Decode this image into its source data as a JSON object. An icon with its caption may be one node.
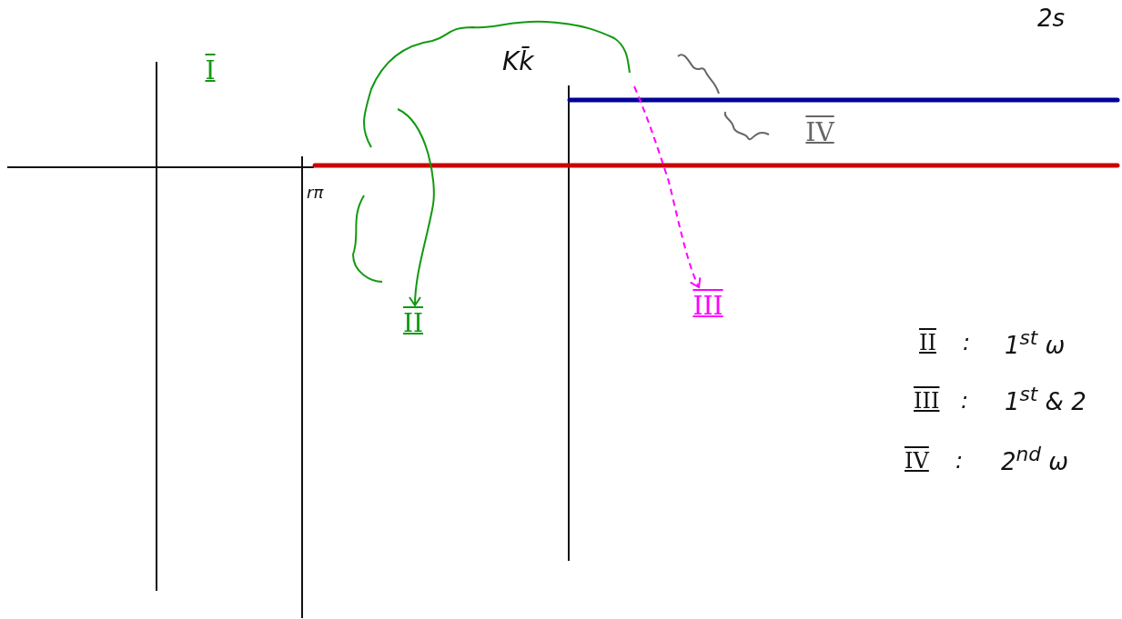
{
  "diagram": {
    "nodes": [
      {
        "text": [
          "I"
        ]
      },
      {
        "text": [
          "II"
        ]
      },
      {
        "text": [
          "III"
        ]
      },
      {
        "text": [
          "IV"
        ]
      }
    ],
    "edges": [
      {
        "from": null,
        "to": 1,
        "arrow": "to",
        "color": "#119911"
      },
      {
        "from": null,
        "to": 2,
        "arrow": "to",
        "style": "dashed",
        "color": "#ff00ff"
      }
    ],
    "labels": [
      "Kk̄",
      "2s",
      "rπ",
      "II",
      ":",
      "1$^{st}$ ω",
      "III",
      ":",
      "1$^{st}$ & 2",
      "IV",
      ":",
      "2$^{nd}$ ω"
    ]
  }
}
